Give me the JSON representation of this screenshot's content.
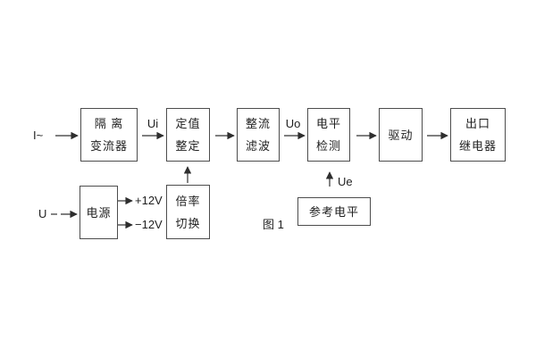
{
  "figure": {
    "caption": "图 1"
  },
  "io_labels": {
    "current_input": "I~",
    "voltage_input": "U"
  },
  "signal_labels": {
    "ui": "Ui",
    "uo": "Uo",
    "ue": "Ue",
    "rail_pos": "+12V",
    "rail_neg": "−12V"
  },
  "blocks": {
    "isolation": {
      "line1": "隔 离",
      "line2": "变流器"
    },
    "setting": {
      "line1": "定值",
      "line2": "整定"
    },
    "rectify_filter": {
      "line1": "整流",
      "line2": "滤波"
    },
    "level_detect": {
      "line1": "电平",
      "line2": "检测"
    },
    "drive": {
      "label": "驱动"
    },
    "output_relay": {
      "line1": "出口",
      "line2": "继电器"
    },
    "power": {
      "label": "电源"
    },
    "ratio_switch": {
      "line1": "倍率",
      "line2": "切换"
    },
    "reference_level": {
      "label": "参考电平"
    }
  },
  "colors": {
    "background": "#ffffff",
    "line": "#333333",
    "border": "#4d4d4d",
    "text": "#1f1f1f"
  }
}
